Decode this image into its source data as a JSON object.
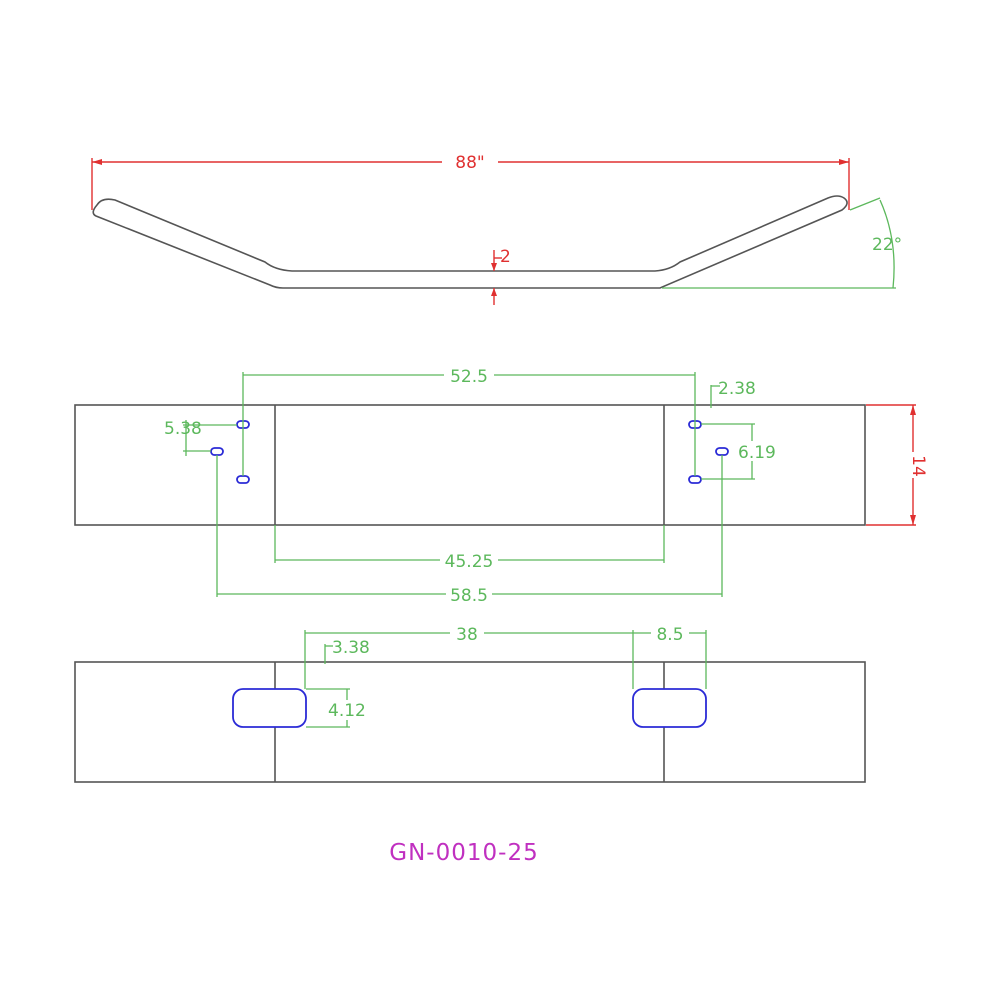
{
  "colors": {
    "part_outline": "#555555",
    "dimension": "#5cb85c",
    "overall_dimension": "#e03030",
    "holes": "#2b2bd6",
    "part_number": "#c030c0"
  },
  "side_view": {
    "overall_width": "88\"",
    "thickness": "2",
    "bend_angle": "22°"
  },
  "top_view": {
    "hole_span_top": "52.5",
    "offset_right": "2.38",
    "hole_pitch_left": "5.38",
    "hole_pitch_right": "6.19",
    "height": "14",
    "inner_span": "45.25",
    "hole_span_bottom": "58.5"
  },
  "front_view": {
    "slot_spacing": "38",
    "slot_width": "8.5",
    "slot_offset": "3.38",
    "slot_height": "4.12"
  },
  "part_number": "GN-0010-25"
}
